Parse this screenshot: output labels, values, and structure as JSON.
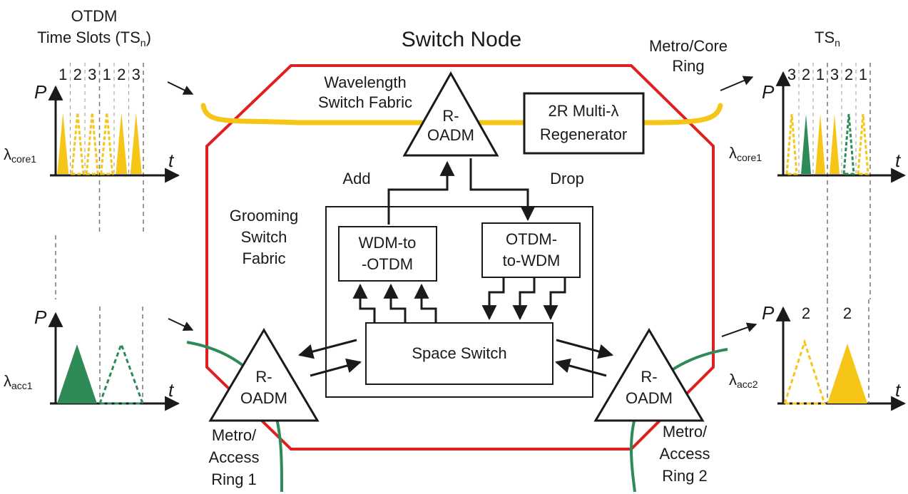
{
  "title": "Switch Node",
  "left_panel": {
    "title_line1": "OTDM",
    "title_line2": "Time Slots (TS",
    "title_sub": "n",
    "title_close": ")",
    "slot_labels": [
      "1",
      "2",
      "3",
      "1",
      "2",
      "3"
    ],
    "core_label": "λ",
    "core_sub": "core1",
    "acc_label": "λ",
    "acc_sub": "acc1",
    "axis_p": "P",
    "axis_t": "t"
  },
  "right_panel": {
    "title": "TS",
    "title_sub": "n",
    "slot_labels": [
      "3",
      "2",
      "1",
      "3",
      "2",
      "1"
    ],
    "core_label": "λ",
    "core_sub": "core1",
    "acc_label": "λ",
    "acc_sub": "acc2",
    "acc_slot_labels": [
      "2",
      "2"
    ],
    "axis_p": "P",
    "axis_t": "t"
  },
  "labels": {
    "metro_core_line1": "Metro/Core",
    "metro_core_line2": "Ring",
    "wavelength_line1": "Wavelength",
    "wavelength_line2": "Switch Fabric",
    "roadm_top_line1": "R-",
    "roadm_top_line2": "OADM",
    "regen_line1": "2R Multi-λ",
    "regen_line2": "Regenerator",
    "add": "Add",
    "drop": "Drop",
    "grooming_line1": "Grooming",
    "grooming_line2": "Switch",
    "grooming_line3": "Fabric",
    "wdm_to_otdm_line1": "WDM-to",
    "wdm_to_otdm_line2": "-OTDM",
    "otdm_to_wdm_line1": "OTDM-",
    "otdm_to_wdm_line2": "to-WDM",
    "space_switch": "Space Switch",
    "roadm_left_line1": "R-",
    "roadm_left_line2": "OADM",
    "roadm_right_line1": "R-",
    "roadm_right_line2": "OADM",
    "access1_line1": "Metro/",
    "access1_line2": "Access",
    "access1_line3": "Ring 1",
    "access2_line1": "Metro/",
    "access2_line2": "Access",
    "access2_line3": "Ring 2"
  },
  "colors": {
    "node_outline": "#e02020",
    "core_ring": "#f5c518",
    "access_ring": "#2e8b57",
    "pulse_yellow": "#f5c518",
    "pulse_green": "#2e8b57",
    "ink": "#1a1a1a"
  }
}
